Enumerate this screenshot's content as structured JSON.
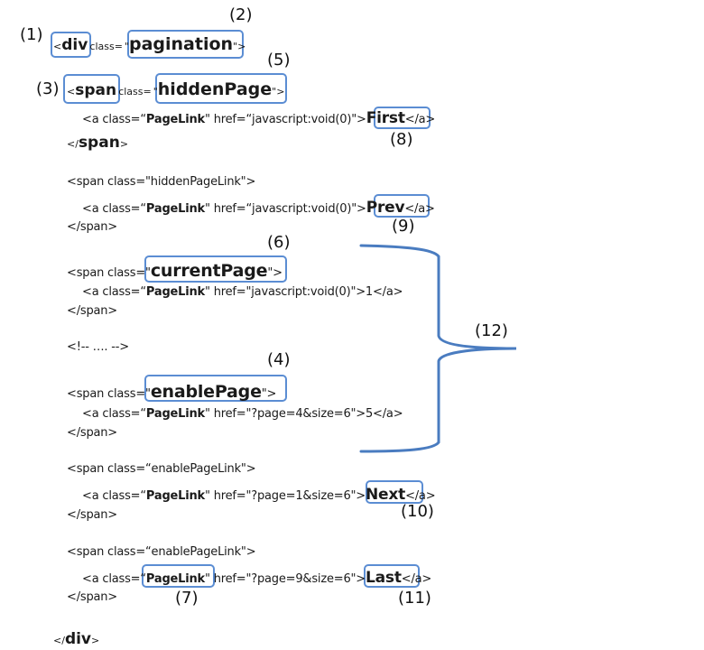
{
  "markers": {
    "m1": "(1)",
    "m2": "(2)",
    "m3": "(3)",
    "m4": "(4)",
    "m5": "(5)",
    "m6": "(6)",
    "m7": "(7)",
    "m8": "(8)",
    "m9": "(9)",
    "m10": "(10)",
    "m11": "(11)",
    "m12": "(12)"
  },
  "root": {
    "open_lt": "<",
    "tag": "div",
    "attr": "class=",
    "q_open": "\"",
    "class": "pagination",
    "q_close": "\">",
    "close_lt": "</",
    "close_tag": "div",
    "close_gt": ">"
  },
  "blocks": [
    {
      "span_open_lt": "<",
      "span_tag": "span",
      "span_attr": "class=",
      "q": "\"",
      "span_class": "hiddenPage",
      "span_close_q": "\">",
      "a_prefix": "<a class=“",
      "a_class": "PageLink",
      "a_mid": "\" href=“javascript:void(0)\"",
      "a_gt": ">",
      "a_text": "First",
      "a_end": "</a>",
      "span_end_lt": "</",
      "span_end_tag": "span",
      "span_end_gt": ">"
    },
    {
      "span_line": "<span class=\"hiddenPageLink\">",
      "a_prefix": "<a class=“",
      "a_class": "PageLink",
      "a_mid": "\" href=“javascript:void(0)\"",
      "a_gt": ">",
      "a_text": "Prev",
      "a_end": "</a>",
      "span_end": "</span>"
    },
    {
      "span_prefix": "<span class=",
      "q": "\"",
      "span_class": "currentPage",
      "span_close_q": "\">",
      "a_prefix": "<a class=“",
      "a_class": "PageLink",
      "a_rest": "\" href=\"javascript:void(0)\">1</a>",
      "span_end": "</span>"
    },
    {
      "comment": "<!-- …. -->"
    },
    {
      "span_prefix": "<span class=",
      "q": "\"",
      "span_class": "enablePage",
      "span_close_q": "\">",
      "a_prefix": "<a class=“",
      "a_class": "PageLink",
      "a_rest": "\" href=\"?page=4&size=6\">5</a>",
      "span_end": "</span>"
    },
    {
      "span_line": "<span class=“enablePageLink\">",
      "a_prefix": "<a class=“",
      "a_class": "PageLink",
      "a_mid": "\" href=\"?page=1&size=6\"",
      "a_gt": ">",
      "a_text": "Next",
      "a_end": "</a>",
      "span_end": "</span>"
    },
    {
      "span_line": "<span class=“enablePageLink\">",
      "a_prefix": "<a class=“",
      "a_class": "PageLink",
      "a_mid": "\" href=\"?page=9&size=6\"",
      "a_gt": ">",
      "a_text": "Last",
      "a_end": "</a>",
      "span_end": "</span>"
    }
  ],
  "colors": {
    "highlight_box": "#5b8dd3",
    "brace": "#4a7cc0",
    "text": "#1a1a1a"
  }
}
